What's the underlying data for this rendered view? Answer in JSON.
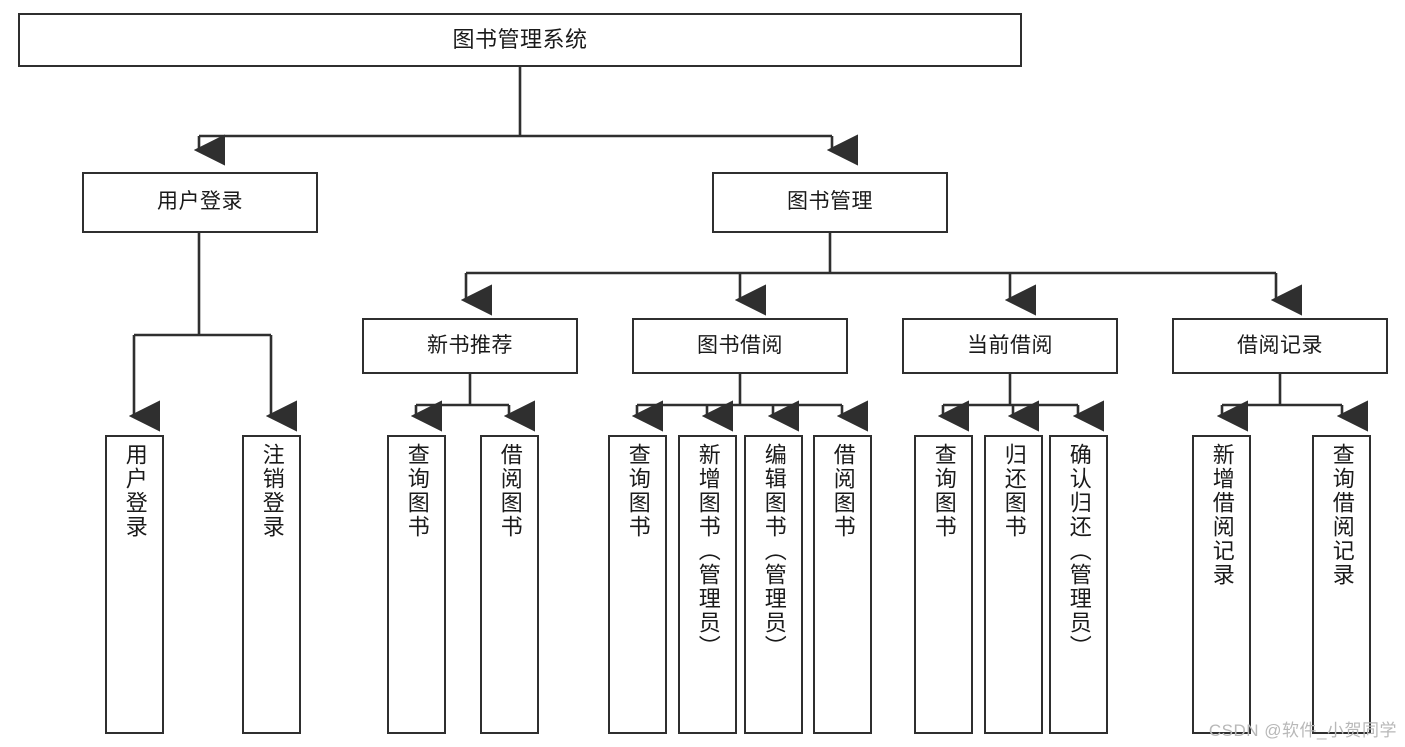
{
  "diagram": {
    "title": "图书管理系统",
    "type": "tree-hierarchy-diagram",
    "colors": {
      "stroke": "#2f2f2f",
      "fill": "#ffffff",
      "text": "#1a1a1a",
      "watermark": "#b8b8b8"
    },
    "levels": {
      "root": {
        "label": "图书管理系统"
      },
      "level1": [
        {
          "label": "用户登录"
        },
        {
          "label": "图书管理"
        }
      ],
      "level2": [
        {
          "label": "新书推荐"
        },
        {
          "label": "图书借阅"
        },
        {
          "label": "当前借阅"
        },
        {
          "label": "借阅记录"
        }
      ],
      "leaves": {
        "user_login": [
          {
            "label": "用户登录"
          },
          {
            "label": "注销登录"
          }
        ],
        "new_book_recommend": [
          {
            "label": "查询图书"
          },
          {
            "label": "借阅图书"
          }
        ],
        "book_borrow": [
          {
            "label": "查询图书"
          },
          {
            "label": "新增图书（管理员）"
          },
          {
            "label": "编辑图书（管理员）"
          },
          {
            "label": "借阅图书"
          }
        ],
        "current_borrow": [
          {
            "label": "查询图书"
          },
          {
            "label": "归还图书"
          },
          {
            "label": "确认归还（管理员）"
          }
        ],
        "borrow_record": [
          {
            "label": "新增借阅记录"
          },
          {
            "label": "查询借阅记录"
          }
        ]
      }
    },
    "watermark": "CSDN @软件_小贺同学"
  }
}
